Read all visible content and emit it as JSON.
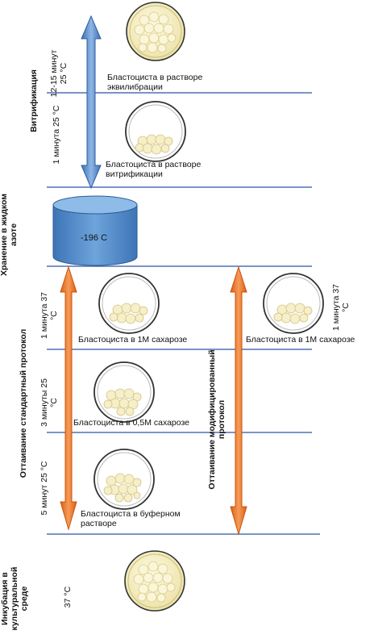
{
  "stages": {
    "vitrification": "Витрификация",
    "storage": "Хранение в жидком азоте",
    "thaw_standard": "Оттаивание стандартный протокол",
    "thaw_modified": "Оттаивание модифицированный протокол",
    "incubation": "Инкубация в культуральной среде"
  },
  "times": {
    "t1": "12-15 минут 25 °C",
    "t2": "1 минута 25 °C",
    "t3": "1 минута 37 °C",
    "t4": "3 минуты 25 °C",
    "t5": "5 минут 25 °C",
    "t6": "1 минута 37 °C",
    "t7": "37 °C"
  },
  "captions": {
    "c1": "Бластоциста в растворе эквилибрации",
    "c2": "Бластоциста в растворе витрификации",
    "c3": "Бластоциста в 1М сахарозе",
    "c4": "Бластоциста в 0,5М сахарозе",
    "c5": "Бластоциста в буферном растворе",
    "c6": "Бластоциста в 1М сахарозе"
  },
  "tank": "-196 С",
  "colors": {
    "line": "#2c54a8",
    "blue_arrow": "#5b8fd0",
    "orange_arrow": "#f07a2a",
    "tank": "#5b93cf",
    "cell": "#f4eec4"
  }
}
